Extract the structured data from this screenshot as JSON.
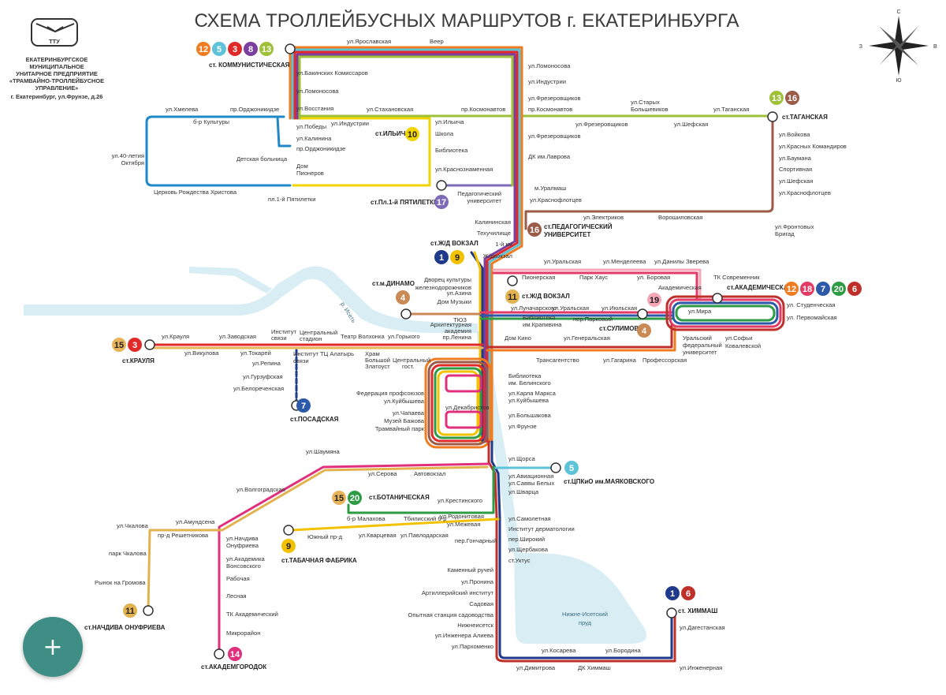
{
  "title": "СХЕМА ТРОЛЛЕЙБУСНЫХ МАРШРУТОВ г. ЕКАТЕРИНБУРГА",
  "logo_text": "ТТУ",
  "org": [
    "ЕКАТЕРИНБУРГСКОЕ",
    "МУНИЦИПАЛЬНОЕ",
    "УНИТАРНОЕ ПРЕДПРИЯТИЕ",
    "«ТРАМВАЙНО-ТРОЛЛЕЙБУСНОЕ",
    "УПРАВЛЕНИЕ»",
    "г. Екатеринбург, ул.Фрунзе, д.26"
  ],
  "compass": {
    "n": "С",
    "e": "В",
    "s": "Ю",
    "w": "З"
  },
  "water": {
    "river": "р. Исеть",
    "pond": [
      "Нижне-Исетский",
      "пруд"
    ]
  },
  "fab": {
    "label": "+"
  },
  "route_colors": {
    "1": "#1f3a8a",
    "3": "#e02a2a",
    "4": "#c98a55",
    "5": "#5ec3d8",
    "6": "#c0302a",
    "7": "#2c5aa8",
    "8": "#7b3fa0",
    "9": "#f2c200",
    "10": "#f2d400",
    "11": "#e2b24e",
    "12": "#f07c22",
    "13": "#9fc13a",
    "14": "#e0307d",
    "15": "#e8b45a",
    "16": "#9c5a48",
    "17": "#7d6bb8",
    "18": "#e33a66",
    "19": "#f6a8b8",
    "20": "#2e9b45"
  },
  "stations": [
    {
      "name": [
        "ст. КОММУНИСТИЧЕСКАЯ"
      ],
      "routes": [
        "12",
        "5",
        "3",
        "8",
        "13"
      ]
    },
    {
      "name": [
        "ст.ТАГАНСКАЯ"
      ],
      "routes": [
        "13",
        "16"
      ]
    },
    {
      "name": [
        "ст.ИЛЬИЧА"
      ],
      "routes": [
        "10"
      ]
    },
    {
      "name": [
        "ст.Пл.1-й ПЯТИЛЕТКИ"
      ],
      "routes": [
        "17"
      ]
    },
    {
      "name": [
        "ст.ПЕДАГОГИЧЕСКИЙ",
        "УНИВЕРСИТЕТ"
      ],
      "routes": [
        "16"
      ]
    },
    {
      "name": [
        "ст.Ж/Д ВОКЗАЛ"
      ],
      "routes": [
        "1",
        "9"
      ]
    },
    {
      "name": [
        "ст.м.ДИНАМО"
      ],
      "routes": [
        "4"
      ]
    },
    {
      "name": [
        "ст.Ж/Д ВОКЗАЛ"
      ],
      "routes": [
        "11"
      ]
    },
    {
      "name": [
        "ст.АКАДЕМИЧЕСКАЯ"
      ],
      "routes": [
        "12",
        "18",
        "7",
        "20",
        "6"
      ]
    },
    {
      "name": [
        "ст.СУЛИМОВА"
      ],
      "routes": [
        "4"
      ]
    },
    {
      "name": [],
      "routes": [
        "19"
      ]
    },
    {
      "name": [
        "ст.КРАУЛЯ"
      ],
      "routes": [
        "15",
        "3"
      ]
    },
    {
      "name": [
        "ст.ПОСАДСКАЯ"
      ],
      "routes": [
        "7"
      ]
    },
    {
      "name": [
        "ст.ЦПКиО им.МАЯКОВСКОГО"
      ],
      "routes": [
        "5"
      ]
    },
    {
      "name": [
        "ст.БОТАНИЧЕСКАЯ"
      ],
      "routes": [
        "15",
        "20"
      ]
    },
    {
      "name": [
        "ст.ТАБАЧНАЯ ФАБРИКА"
      ],
      "routes": [
        "9"
      ]
    },
    {
      "name": [
        "ст.НАЧДИВА ОНУФРИЕВА"
      ],
      "routes": [
        "11"
      ]
    },
    {
      "name": [
        "ст.АКАДЕМГОРОДОК"
      ],
      "routes": [
        "14"
      ]
    },
    {
      "name": [
        "ст. ХИММАШ"
      ],
      "routes": [
        "1",
        "6"
      ]
    }
  ],
  "labels": [
    "ул.Ярославская",
    "Веер",
    "ул.Бакинских Комиссаров",
    "ул.Ломоносова",
    "ул.Восстания",
    "ул.Победы",
    "ул.Калинина",
    "пр.Орджоникидзе",
    "Дом",
    "Пионеров",
    "пл.1-й Пятилетки",
    "ул.Хмелева",
    "пр.Орджоникидзе",
    "б-р Культуры",
    "ул.40-летия",
    "Октября",
    "Детская больница",
    "Церковь Рождества Христова",
    "ул.Стахановская",
    "ул.Индустрии",
    "пр.Космонавтов",
    "ул.Ильича",
    "Школа",
    "Библиотека",
    "ул.Краснознаменная",
    "ул.Ломоносова",
    "ул.Индустрии",
    "ул.Фрезеровщиков",
    "пр.Космонавтов",
    "ул.Фрезеровщиков",
    "ул.Фрезеровщиков",
    "ДК им.Лаврова",
    "м.Уралмаш",
    "ул.Старых",
    "Большевиков",
    "ул.Таганская",
    "ул.Шефская",
    "ул.Войкова",
    "ул.Красных Командиров",
    "ул.Баумана",
    "Спортивная",
    "ул.Шефская",
    "ул.Краснофлотцев",
    "ул.Фронтовых",
    "Бригад",
    "ул.Электриков",
    "Ворошиловская",
    "ул.Краснофлотцев",
    "Педагогический",
    "университет",
    "Калининская",
    "Техучилище",
    "1-й км",
    "Ж/двокзал",
    "ул.Уральская",
    "ул.Менделеева",
    "ул.Данилы Зверева",
    "Пионерская",
    "Парк Хаус",
    "ул. Боровая",
    "ТК Современник",
    "Академическая",
    "ул. Студенческая",
    "ул. Первомайская",
    "ул.Мира",
    "ул.Луначарского",
    "ул.Уральская",
    "ул.Июльская",
    "Библиотека",
    "им.Крапивина",
    "пер.Парковый",
    "Дом Кино",
    "ул.Генеральская",
    "Уральский",
    "федеральный",
    "университет",
    "ул.Софьи",
    "Ковалевской",
    "Трансагентство",
    "ул.Гагарина",
    "Профессорская",
    "Дворец культуры",
    "железнодорожников",
    "ул.Азина",
    "Дом Музыки",
    "ТЮЗ",
    "Архитектурная",
    "академия",
    "пр.Ленина",
    "ул.Горького",
    "Театр Волхонка",
    "Центральный",
    "стадион",
    "Институт",
    "связи",
    "ул.Заводская",
    "ул.Крауля",
    "ул.Викулова",
    "ул.Токарей",
    "Институт",
    "связи",
    "ТЦ Алатырь",
    "Храм",
    "Большой",
    "Златоуст",
    "Центральный",
    "гост.",
    "ул.Репина",
    "ул.Гурзуфская",
    "ул.Белореченская",
    "Библиотека",
    "им. Белинского",
    "ул.Карла Маркса",
    "ул.Куйбышева",
    "Федерация профсоюзов",
    "ул.Куйбышева",
    "ул.Декабристов",
    "ул.Большакова",
    "ул.Чапаева",
    "Музей Бажова",
    "Трамвайный парк",
    "ул.Фрунзе",
    "ул.Шаумяна",
    "ул.Щорса",
    "ул.Серова",
    "Автовокзал",
    "ул.Волгоградская",
    "ул.Авиационная",
    "ул.Саввы Белых",
    "ул.Шварца",
    "ул.Крестинского",
    "б-р Малахова",
    "Тбилисский б-р",
    "ул.Родонитовая",
    "ул.Межевая",
    "ул.Самолетная",
    "Институт дерматологии",
    "пер.Широкий",
    "ул.Щербакова",
    "ст.Уктус",
    "Южный пр-д",
    "ул.Кварцевая",
    "ул.Павлодарская",
    "пер.Гончарный",
    "ул.Амундсена",
    "пр-д Решетникова",
    "ул.Чкалова",
    "парк Чкалова",
    "Рынок на Громова",
    "ул.Начдива",
    "Онуфриева",
    "ул.Академика",
    "Вонсовского",
    "Рабочая",
    "Лесная",
    "ТК Академический",
    "Микрорайон",
    "Каменный ручей",
    "ул.Пронина",
    "Артиллерийский институт",
    "Садовая",
    "Опытная станция садоводства",
    "Нижнеисетск",
    "ул.Инженера Алиева",
    "ул.Пархоменко",
    "ул.Косарева",
    "ул.Бородина",
    "ул.Димитрова",
    "ДК Химмаш",
    "ул.Инженерная",
    "ул.Дагестанская"
  ]
}
